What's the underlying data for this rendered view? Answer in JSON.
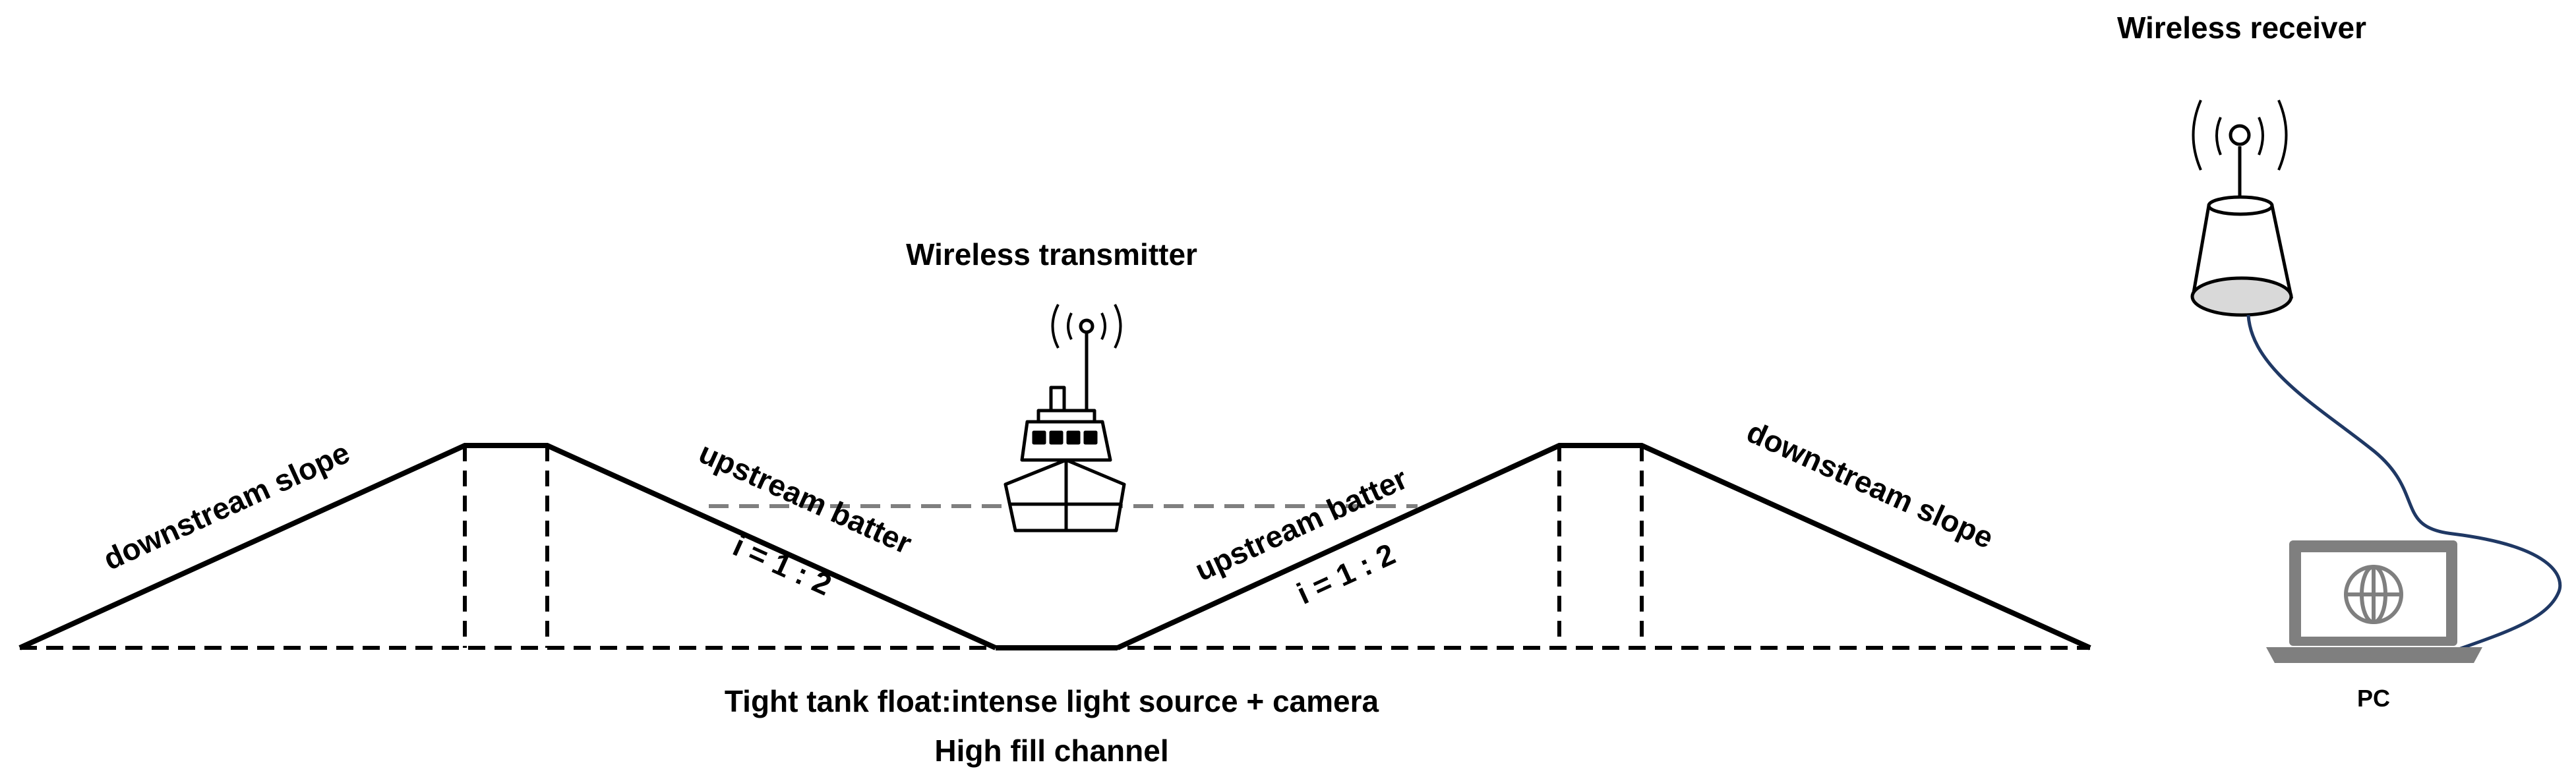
{
  "labels": {
    "wireless_receiver": "Wireless receiver",
    "wireless_transmitter": "Wireless transmitter",
    "downstream_slope_left": "downstream slope",
    "upstream_batter_left": "upstream batter",
    "ratio_left": "i = 1 : 2",
    "upstream_batter_right": "upstream batter",
    "ratio_right": "i = 1 : 2",
    "downstream_slope_right": "downstream slope",
    "caption_line1": "Tight tank float:intense light source + camera",
    "caption_line2": "High fill channel",
    "pc": "PC"
  },
  "colors": {
    "ink": "#000000",
    "water_line": "#7f7f7f",
    "cable": "#1f3864",
    "device_gray": "#d9d9d9",
    "laptop_gray": "#7f7f7f"
  },
  "icons": [
    "ship-icon",
    "antenna-icon",
    "receiver-dish-icon",
    "laptop-icon",
    "globe-icon"
  ]
}
